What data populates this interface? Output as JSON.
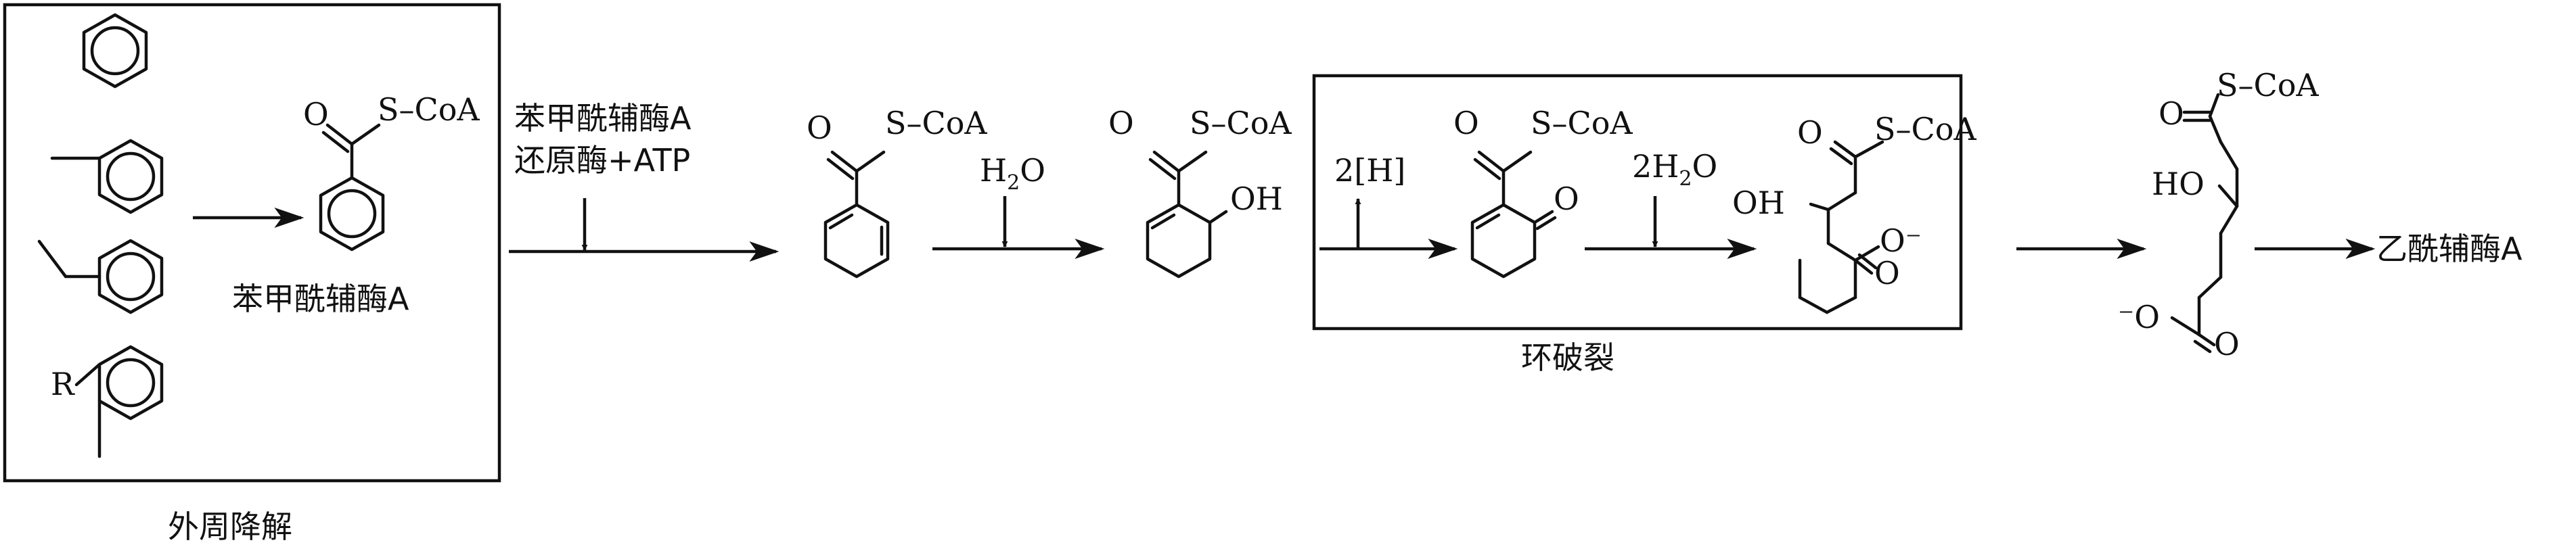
{
  "labels": {
    "peripheral_box": "外周降解",
    "benzoyl_coa": "苯甲酰辅酶A",
    "enzyme_line1": "苯甲酰辅酶A",
    "enzyme_line2": "还原酶+ATP",
    "ring_cleavage_box": "环破裂",
    "acetyl_coa": "乙酰辅酶A"
  },
  "reagents": {
    "water_step": "H2O",
    "hydrogen_step": "2[H]",
    "double_water_step": "2H2O"
  },
  "atoms": {
    "s_coa": "S–CoA",
    "o": "O",
    "oh": "OH",
    "ho": "HO",
    "o_minus": "O⁻",
    "minus_o": "⁻O",
    "r": "R"
  }
}
